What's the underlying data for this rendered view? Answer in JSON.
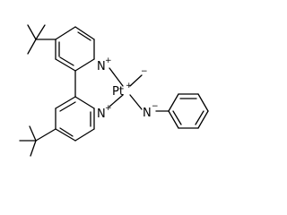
{
  "molecule": {
    "atoms": {
      "n1": "N",
      "n2": "N",
      "pt": "Pt",
      "n3": "N"
    },
    "charges": {
      "n1": "+",
      "n2": "+",
      "pt": "+",
      "methyl": "−",
      "n3": "−"
    }
  }
}
